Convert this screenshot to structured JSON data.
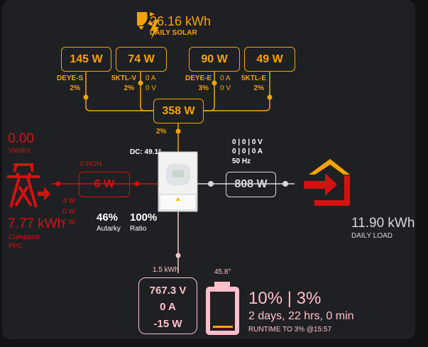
{
  "colors": {
    "solar": "#f5a300",
    "grid": "#d41111",
    "load": "#d8d8d8",
    "battery": "#ffc0cb"
  },
  "solar": {
    "daily_value": "26.16 kWh",
    "daily_label": "DAILY SOLAR",
    "pv": [
      {
        "power": "145 W",
        "name": "DEYE-S",
        "pct": "2%"
      },
      {
        "power": "74 W",
        "name": "5KTL-V",
        "pct": "2%",
        "amps": "0 A",
        "volts": "0 V"
      },
      {
        "power": "90 W",
        "name": "DEYE-E",
        "pct": "3%",
        "amps": "0 A",
        "volts": "0 V"
      },
      {
        "power": "49 W",
        "name": "5KTL-E",
        "pct": "2%"
      }
    ],
    "total_power": "358 W",
    "total_pct": "2%"
  },
  "inverter": {
    "dc_temp": "DC: 49.1°",
    "ac_volts": "0 | 0 | 0 V",
    "ac_amps": "0 | 0 | 0 A",
    "frequency": "50 Hz"
  },
  "grid": {
    "sold_value": "0.00",
    "sold_label": "Vandut",
    "bought_value": "7.77 kWh",
    "bought_label": "Cumparat",
    "bought_label2": "PPC",
    "cost": "0 RON",
    "power": "6 W",
    "phases": [
      "4 W",
      "0 W",
      "2 W"
    ]
  },
  "stats": {
    "autarky_value": "46%",
    "autarky_label": "Autarky",
    "ratio_value": "100%",
    "ratio_label": "Ratio"
  },
  "load": {
    "power": "808 W",
    "daily_value": "11.90 kWh",
    "daily_label": "DAILY LOAD"
  },
  "battery": {
    "energy": "1.5 kWh",
    "voltage": "767.3 V",
    "current": "0 A",
    "power": "-15 W",
    "temp": "45.8°",
    "soc_text": "10% | 3%",
    "soc_percent": 10,
    "runtime": "2 days, 22 hrs, 0 min",
    "runtime_label": "RUNTIME TO 3% @15:57"
  }
}
